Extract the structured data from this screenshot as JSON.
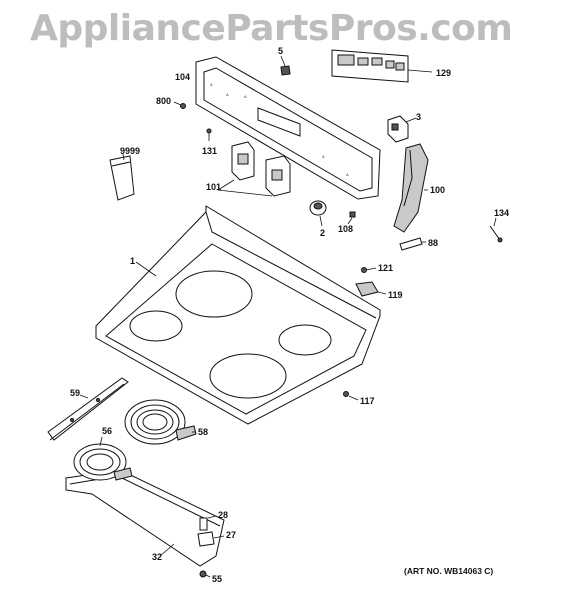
{
  "watermark": "AppliancePartsPros.com",
  "art_number": "(ART NO. WB14063 C)",
  "callouts": {
    "c5": "5",
    "c104": "104",
    "c129": "129",
    "c800": "800",
    "c3": "3",
    "c131": "131",
    "c9999": "9999",
    "c101": "101",
    "c100": "100",
    "c2": "2",
    "c108": "108",
    "c134": "134",
    "c88": "88",
    "c1": "1",
    "c121": "121",
    "c119": "119",
    "c59": "59",
    "c117": "117",
    "c58": "58",
    "c56": "56",
    "c28": "28",
    "c27": "27",
    "c32": "32",
    "c55": "55"
  }
}
